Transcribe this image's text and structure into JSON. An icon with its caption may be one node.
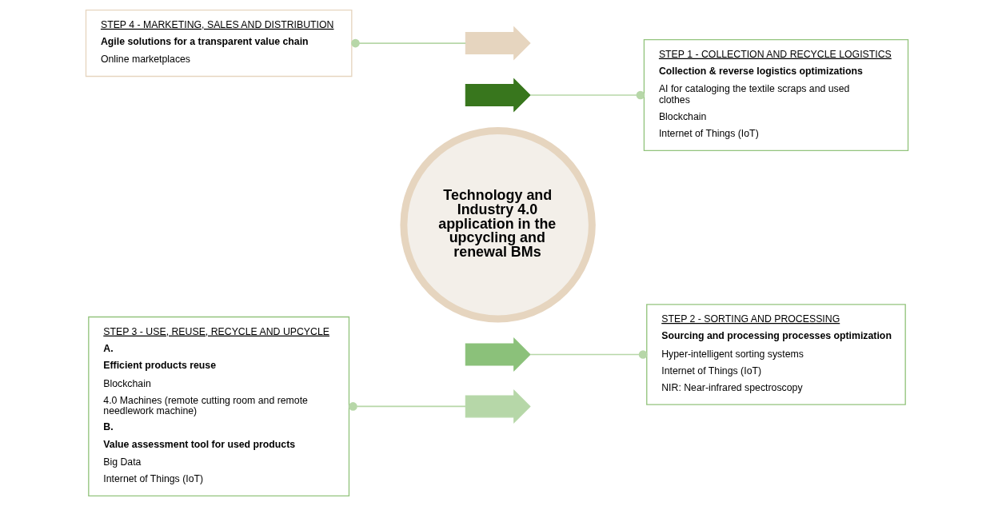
{
  "diagram": {
    "nodes": [
      {
        "text": [
          "STEP 4 - MARKETING, SALES AND DISTRIBUTION",
          "Agile solutions for a transparent value chain",
          "Online marketplaces"
        ]
      },
      {
        "text": [
          "STEP 1 - COLLECTION AND RECYCLE LOGISTICS",
          "Collection & reverse logistics optimizations",
          "AI for cataloging the textile scraps and used clothes",
          "Blockchain",
          "Internet of Things (IoT)"
        ]
      },
      {
        "text": [],
        "shape": "arrow"
      },
      {
        "text": [],
        "shape": "arrow"
      },
      {
        "text": [],
        "shape": "arrow"
      },
      {
        "text": [],
        "shape": "arrow"
      },
      {
        "text": [
          "Technology and Industry 4.0 application in the upcycling and renewal BMs"
        ]
      },
      {
        "text": [
          "STEP 3 - USE, REUSE, RECYCLE AND UPCYCLE",
          "A.",
          "Efficient products reuse",
          "Blockchain",
          "4.0 Machines (remote cutting room and remote needlework machine)",
          "B.",
          "Value assessment tool for used products",
          "Big Data",
          "Internet of Things (IoT)"
        ]
      },
      {
        "text": [
          "STEP 2 - SORTING AND PROCESSING",
          "Sourcing and processing processes optimization",
          "Hyper-intelligent sorting systems",
          "Internet of Things (IoT)",
          "NIR: Near-infrared spectroscopy"
        ]
      }
    ],
    "edges": [
      {
        "from": 0,
        "to": 2,
        "arrow": "other"
      },
      {
        "from": 1,
        "to": 3,
        "arrow": "other"
      },
      {
        "from": 7,
        "to": 5,
        "arrow": "other"
      },
      {
        "from": 8,
        "to": 4,
        "arrow": "other"
      }
    ]
  }
}
